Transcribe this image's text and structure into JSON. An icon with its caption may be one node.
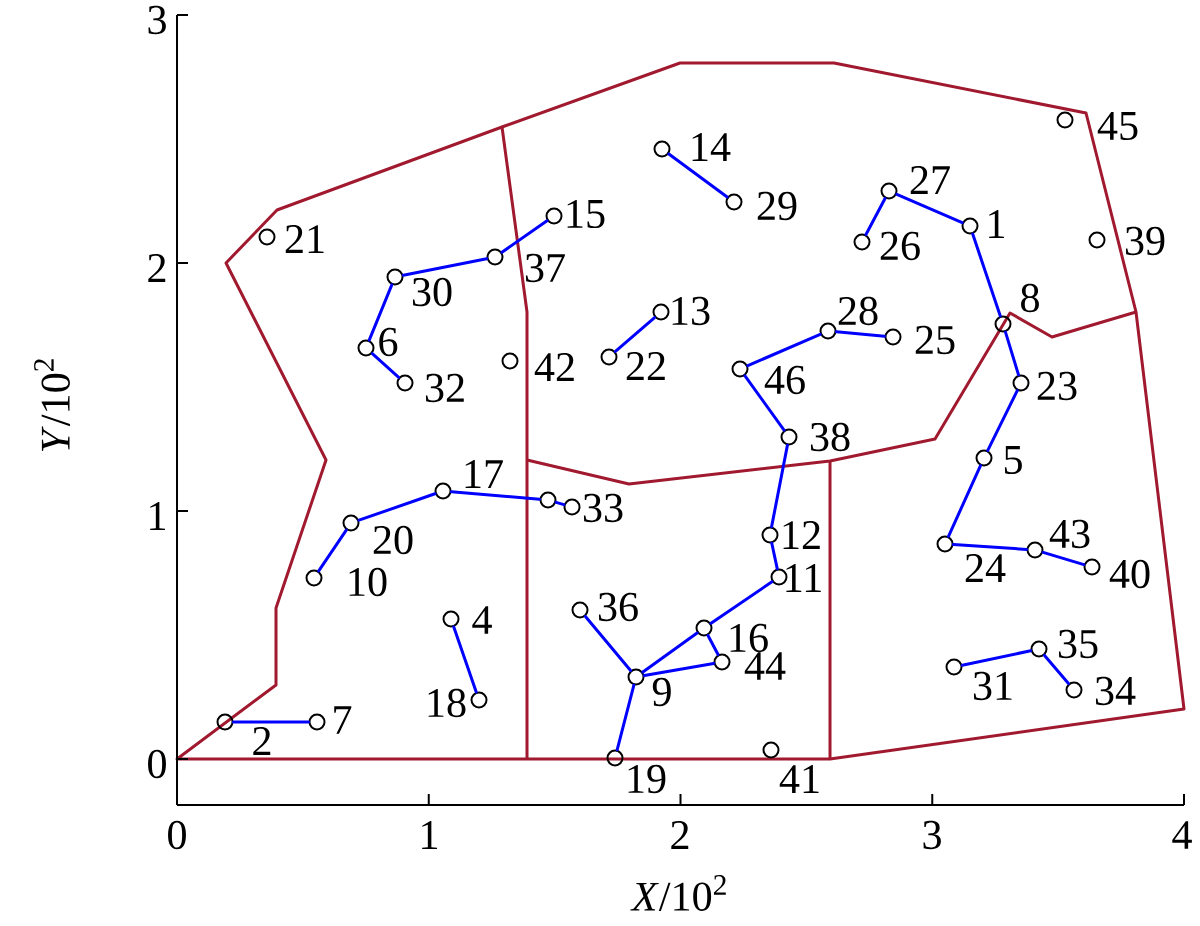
{
  "diagram": {
    "nodes": [
      {
        "text": [],
        "shape": "circle",
        "beside": [
          "1"
        ]
      },
      {
        "text": [],
        "shape": "circle",
        "beside": [
          "2"
        ]
      },
      {
        "text": [],
        "shape": "circle"
      },
      {
        "text": [],
        "shape": "circle",
        "beside": [
          "4"
        ]
      },
      {
        "text": [],
        "shape": "circle",
        "beside": [
          "5"
        ]
      },
      {
        "text": [],
        "shape": "circle",
        "beside": [
          "6"
        ]
      },
      {
        "text": [],
        "shape": "circle",
        "beside": [
          "7"
        ]
      },
      {
        "text": [],
        "shape": "circle",
        "beside": [
          "8"
        ]
      },
      {
        "text": [],
        "shape": "circle",
        "beside": [
          "9"
        ]
      },
      {
        "text": [],
        "shape": "circle",
        "beside": [
          "10"
        ]
      },
      {
        "text": [],
        "shape": "circle",
        "beside": [
          "11"
        ]
      },
      {
        "text": [],
        "shape": "circle",
        "beside": [
          "12"
        ]
      },
      {
        "text": [],
        "shape": "circle",
        "beside": [
          "13"
        ]
      },
      {
        "text": [],
        "shape": "circle",
        "beside": [
          "14"
        ]
      },
      {
        "text": [],
        "shape": "circle",
        "beside": [
          "15"
        ]
      },
      {
        "text": [],
        "shape": "circle",
        "beside": [
          "16"
        ]
      },
      {
        "text": [],
        "shape": "circle",
        "beside": [
          "17"
        ]
      },
      {
        "text": [],
        "shape": "circle",
        "beside": [
          "18"
        ]
      },
      {
        "text": [],
        "shape": "circle",
        "beside": [
          "19"
        ]
      },
      {
        "text": [],
        "shape": "circle",
        "beside": [
          "20"
        ]
      },
      {
        "text": [],
        "shape": "circle",
        "beside": [
          "21"
        ]
      },
      {
        "text": [],
        "shape": "circle",
        "beside": [
          "22"
        ]
      },
      {
        "text": [],
        "shape": "circle",
        "beside": [
          "23"
        ]
      },
      {
        "text": [],
        "shape": "circle",
        "beside": [
          "24"
        ]
      },
      {
        "text": [],
        "shape": "circle",
        "beside": [
          "25"
        ]
      },
      {
        "text": [],
        "shape": "circle",
        "beside": [
          "26"
        ]
      },
      {
        "text": [],
        "shape": "circle",
        "beside": [
          "27"
        ]
      },
      {
        "text": [],
        "shape": "circle",
        "beside": [
          "28"
        ]
      },
      {
        "text": [],
        "shape": "circle",
        "beside": [
          "29"
        ]
      },
      {
        "text": [],
        "shape": "circle",
        "beside": [
          "30"
        ]
      },
      {
        "text": [],
        "shape": "circle",
        "beside": [
          "31"
        ]
      },
      {
        "text": [],
        "shape": "circle",
        "beside": [
          "32"
        ]
      },
      {
        "text": [],
        "shape": "circle",
        "beside": [
          "33"
        ]
      },
      {
        "text": [],
        "shape": "circle",
        "beside": [
          "34"
        ]
      },
      {
        "text": [],
        "shape": "circle",
        "beside": [
          "35"
        ]
      },
      {
        "text": [],
        "shape": "circle",
        "beside": [
          "36"
        ]
      },
      {
        "text": [],
        "shape": "circle",
        "beside": [
          "37"
        ]
      },
      {
        "text": [],
        "shape": "circle",
        "beside": [
          "38"
        ]
      },
      {
        "text": [],
        "shape": "circle",
        "beside": [
          "39"
        ]
      },
      {
        "text": [],
        "shape": "circle",
        "beside": [
          "40"
        ]
      },
      {
        "text": [],
        "shape": "circle",
        "beside": [
          "41"
        ]
      },
      {
        "text": [],
        "shape": "circle",
        "beside": [
          "42"
        ]
      },
      {
        "text": [],
        "shape": "circle",
        "beside": [
          "43"
        ]
      },
      {
        "text": [],
        "shape": "circle",
        "beside": [
          "44"
        ]
      },
      {
        "text": [],
        "shape": "circle",
        "beside": [
          "45"
        ]
      },
      {
        "text": [],
        "shape": "circle",
        "beside": [
          "46"
        ]
      }
    ],
    "edges": [
      {
        "from": 13,
        "to": 28,
        "arrow": "none"
      },
      {
        "from": 14,
        "to": 36,
        "arrow": "none"
      },
      {
        "from": 36,
        "to": 29,
        "arrow": "none"
      },
      {
        "from": 29,
        "to": 5,
        "arrow": "none"
      },
      {
        "from": 5,
        "to": 31,
        "arrow": "none"
      },
      {
        "from": 12,
        "to": 21,
        "arrow": "none"
      },
      {
        "from": 26,
        "to": 25,
        "arrow": "none"
      },
      {
        "from": 26,
        "to": 0,
        "arrow": "none"
      },
      {
        "from": 0,
        "to": 7,
        "arrow": "none"
      },
      {
        "from": 7,
        "to": 22,
        "arrow": "none"
      },
      {
        "from": 22,
        "to": 4,
        "arrow": "none"
      },
      {
        "from": 4,
        "to": 23,
        "arrow": "none"
      },
      {
        "from": 23,
        "to": 42,
        "arrow": "none"
      },
      {
        "from": 42,
        "to": 39,
        "arrow": "none"
      },
      {
        "from": 27,
        "to": 24,
        "arrow": "none"
      },
      {
        "from": 45,
        "to": 27,
        "arrow": "none"
      },
      {
        "from": 45,
        "to": 37,
        "arrow": "none"
      },
      {
        "from": 37,
        "to": 11,
        "arrow": "none"
      },
      {
        "from": 11,
        "to": 10,
        "arrow": "none"
      },
      {
        "from": 10,
        "to": 15,
        "arrow": "none"
      },
      {
        "from": 15,
        "to": 8,
        "arrow": "none"
      },
      {
        "from": 15,
        "to": 43,
        "arrow": "none"
      },
      {
        "from": 43,
        "to": 8,
        "arrow": "none"
      },
      {
        "from": 35,
        "to": 8,
        "arrow": "none"
      },
      {
        "from": 8,
        "to": 18,
        "arrow": "none"
      },
      {
        "from": 16,
        "to": 19,
        "arrow": "none"
      },
      {
        "from": 19,
        "to": 9,
        "arrow": "none"
      },
      {
        "from": 16,
        "to": 2,
        "arrow": "none"
      },
      {
        "from": 2,
        "to": 32,
        "arrow": "none"
      },
      {
        "from": 3,
        "to": 17,
        "arrow": "none"
      },
      {
        "from": 1,
        "to": 6,
        "arrow": "none"
      },
      {
        "from": 30,
        "to": 34,
        "arrow": "none"
      },
      {
        "from": 34,
        "to": 33,
        "arrow": "none"
      }
    ],
    "labels": [
      "3",
      "2",
      "*Y*/10$^{2}$",
      "1",
      "0",
      "0",
      "1",
      "2",
      "3",
      "4",
      "*X*/10$^{2}$"
    ]
  }
}
